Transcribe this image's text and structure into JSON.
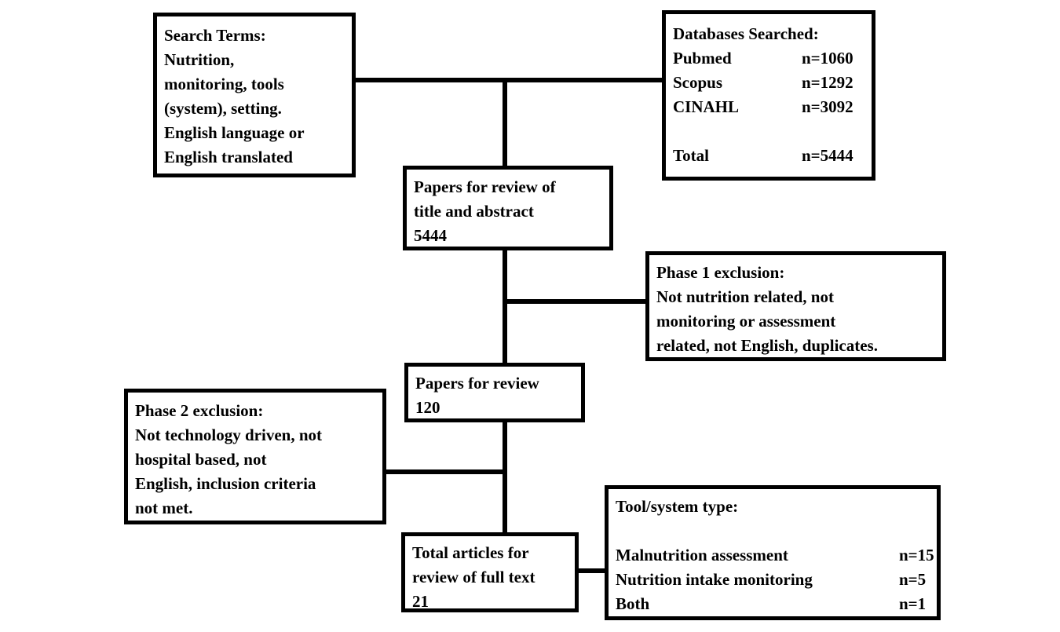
{
  "page": {
    "background": "#ffffff",
    "box_border_color": "#000000",
    "text_color": "#000000"
  },
  "boxes": {
    "search_terms": {
      "lines": [
        "Search Terms:",
        "Nutrition,",
        "monitoring, tools",
        "(system), setting.",
        "English language or",
        "English translated"
      ]
    },
    "databases": {
      "title": "Databases Searched:",
      "rows": [
        {
          "label": "Pubmed",
          "value": "n=1060"
        },
        {
          "label": "Scopus",
          "value": "n=1292"
        },
        {
          "label": "CINAHL",
          "value": "n=3092"
        }
      ],
      "total_row": {
        "label": "Total",
        "value": "n=5444"
      }
    },
    "title_abstract_review": {
      "lines": [
        "Papers for review of",
        "title and abstract",
        "5444"
      ]
    },
    "phase1_exclusion": {
      "lines": [
        "Phase 1 exclusion:",
        "Not nutrition related, not",
        "monitoring or assessment",
        "related, not English, duplicates."
      ]
    },
    "papers_for_review": {
      "lines": [
        "Papers for review",
        "120"
      ]
    },
    "phase2_exclusion": {
      "lines": [
        "Phase 2 exclusion:",
        "Not technology driven, not",
        "hospital based, not",
        "English, inclusion criteria",
        "not met."
      ]
    },
    "full_text_review": {
      "lines": [
        "Total articles for",
        "review of full text",
        "21"
      ]
    },
    "tool_system_type": {
      "title": "Tool/system type:",
      "rows": [
        {
          "label": "Malnutrition assessment",
          "value": "n=15"
        },
        {
          "label": "Nutrition intake monitoring",
          "value": "n=5"
        },
        {
          "label": "Both",
          "value": "n=1"
        }
      ]
    }
  }
}
